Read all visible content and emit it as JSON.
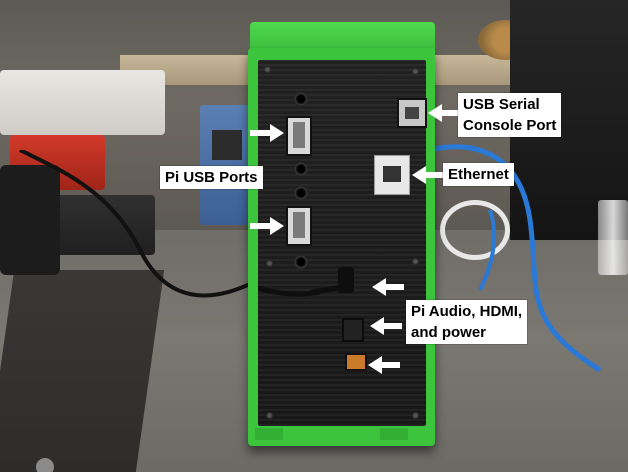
{
  "photo": {
    "subject": "green 3D-printed Raspberry Pi enclosure back panel"
  },
  "labels": {
    "usb_serial": "USB Serial\nConsole Port",
    "ethernet": "Ethernet",
    "pi_usb": "Pi USB Ports",
    "pi_audio": "Pi Audio, HDMI,\nand power"
  },
  "colors": {
    "enclosure": "#3cc43c",
    "panel": "#1e1e1e",
    "label_bg": "#ffffff",
    "arrow": "#ffffff"
  }
}
